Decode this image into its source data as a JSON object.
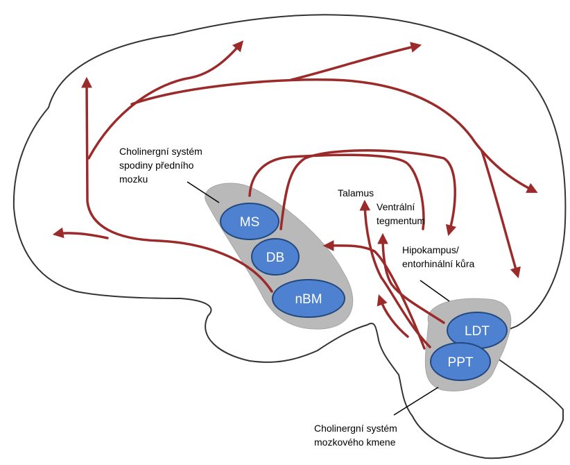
{
  "colors": {
    "pathway": "#9b2a2a",
    "node_fill": "#4f81d1",
    "node_stroke": "#23487e",
    "region_fill": "#b9b9b9",
    "outline": "#333333"
  },
  "nuclei": {
    "ms": "MS",
    "db": "DB",
    "nbm": "nBM",
    "ldt": "LDT",
    "ppt": "PPT"
  },
  "labels": {
    "basal_forebrain": [
      "Cholinergní systém",
      "spodiny předního",
      "mozku"
    ],
    "brainstem": [
      "Cholinergní systém",
      "mozkového kmene"
    ],
    "thalamus": "Talamus",
    "vta": [
      "Ventrální",
      "tegmentum"
    ],
    "hippocampus": [
      "Hipokampus/",
      "entorhinální kůra"
    ]
  }
}
